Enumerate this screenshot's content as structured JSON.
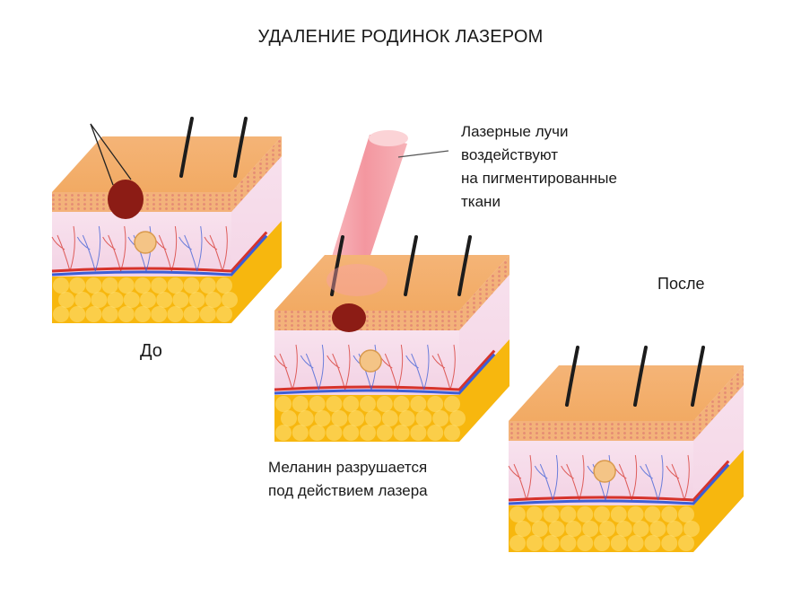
{
  "title": "УДАЛЕНИЕ РОДИНОК ЛАЗЕРОМ",
  "labels": {
    "before": "До",
    "after": "После",
    "laser_lines": [
      "Лазерные лучи",
      "воздействуют",
      "на пигментированные",
      "ткани"
    ],
    "melanin_lines": [
      "Меланин разрушается",
      "под действием лазера"
    ]
  },
  "colors": {
    "epidermis_top": "#f2aa63",
    "epidermis_front": "#f3b27a",
    "dermis": "#f6dcec",
    "fat": "#f7b70e",
    "fat_highlight": "#ffe27a",
    "mole": "#8c1c15",
    "laser_beam": "#f28b95",
    "hair": "#1c1c1c",
    "vein": "#3c5ed6",
    "artery": "#d6332b"
  }
}
